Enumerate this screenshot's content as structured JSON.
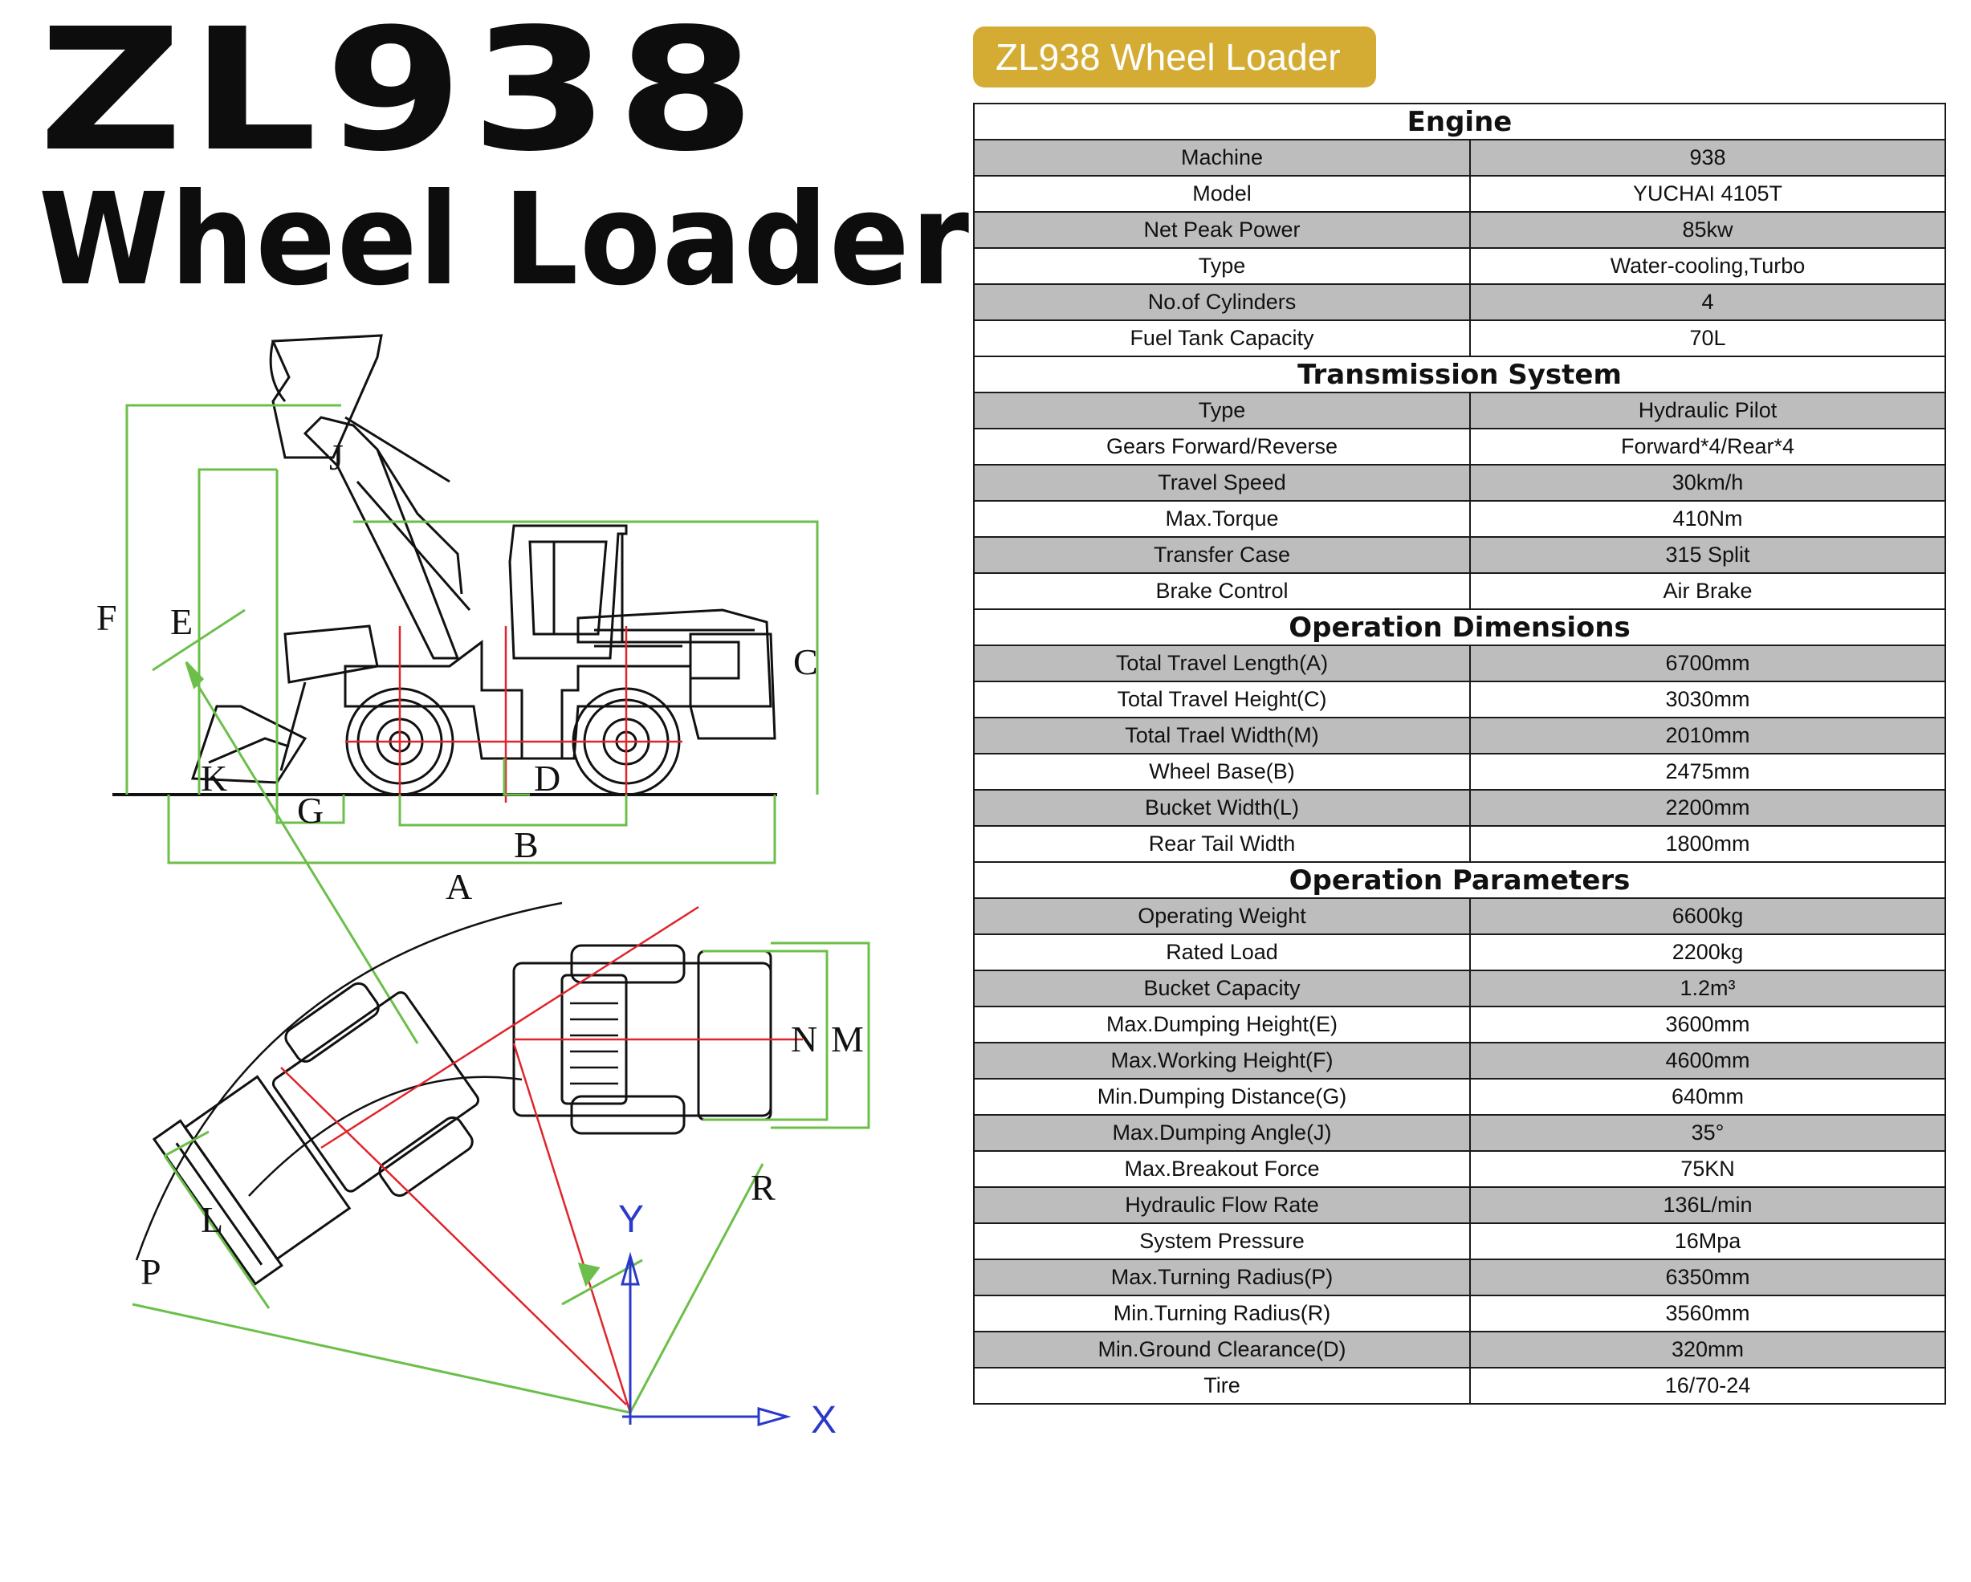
{
  "title": {
    "line1": "ZL938",
    "line2": "Wheel Loader"
  },
  "badge": "ZL938 Wheel Loader",
  "sections": [
    {
      "heading": "Engine",
      "rows": [
        [
          "Machine",
          "938"
        ],
        [
          "Model",
          "YUCHAI 4105T"
        ],
        [
          "Net Peak Power",
          "85kw"
        ],
        [
          "Type",
          "Water-cooling,Turbo"
        ],
        [
          "No.of Cylinders",
          "4"
        ],
        [
          "Fuel Tank Capacity",
          "70L"
        ]
      ]
    },
    {
      "heading": "Transmission System",
      "rows": [
        [
          "Type",
          "Hydraulic Pilot"
        ],
        [
          "Gears Forward/Reverse",
          "Forward*4/Rear*4"
        ],
        [
          "Travel Speed",
          "30km/h"
        ],
        [
          "Max.Torque",
          "410Nm"
        ],
        [
          "Transfer Case",
          "315 Split"
        ],
        [
          "Brake Control",
          "Air Brake"
        ]
      ]
    },
    {
      "heading": "Operation Dimensions",
      "rows": [
        [
          "Total Travel Length(A)",
          "6700mm"
        ],
        [
          "Total Travel Height(C)",
          "3030mm"
        ],
        [
          "Total Trael Width(M)",
          "2010mm"
        ],
        [
          "Wheel Base(B)",
          "2475mm"
        ],
        [
          "Bucket Width(L)",
          "2200mm"
        ],
        [
          "Rear Tail Width",
          "1800mm"
        ]
      ]
    },
    {
      "heading": "Operation Parameters",
      "rows": [
        [
          "Operating Weight",
          "6600kg"
        ],
        [
          "Rated Load",
          "2200kg"
        ],
        [
          "Bucket Capacity",
          "1.2m³"
        ],
        [
          "Max.Dumping Height(E)",
          "3600mm"
        ],
        [
          "Max.Working Height(F)",
          "4600mm"
        ],
        [
          "Min.Dumping Distance(G)",
          "640mm"
        ],
        [
          "Max.Dumping Angle(J)",
          "35°"
        ],
        [
          "Max.Breakout Force",
          "75KN"
        ],
        [
          "Hydraulic Flow Rate",
          "136L/min"
        ],
        [
          "System Pressure",
          "16Mpa"
        ],
        [
          "Max.Turning Radius(P)",
          "6350mm"
        ],
        [
          "Min.Turning Radius(R)",
          "3560mm"
        ],
        [
          "Min.Ground Clearance(D)",
          "320mm"
        ],
        [
          "Tire",
          "16/70-24"
        ]
      ]
    }
  ],
  "diagram_labels": {
    "A": "A",
    "B": "B",
    "C": "C",
    "D": "D",
    "E": "E",
    "F": "F",
    "G": "G",
    "J": "J",
    "K": "K",
    "L": "L",
    "M": "M",
    "N": "N",
    "P": "P",
    "R": "R",
    "X": "X",
    "Y": "Y"
  },
  "colors": {
    "badge": "#d4ac34",
    "row_shade": "#bdbdbd",
    "dim_lines": "#6cbf4a",
    "center_lines": "#e0242b",
    "axes": "#2a39c9"
  }
}
